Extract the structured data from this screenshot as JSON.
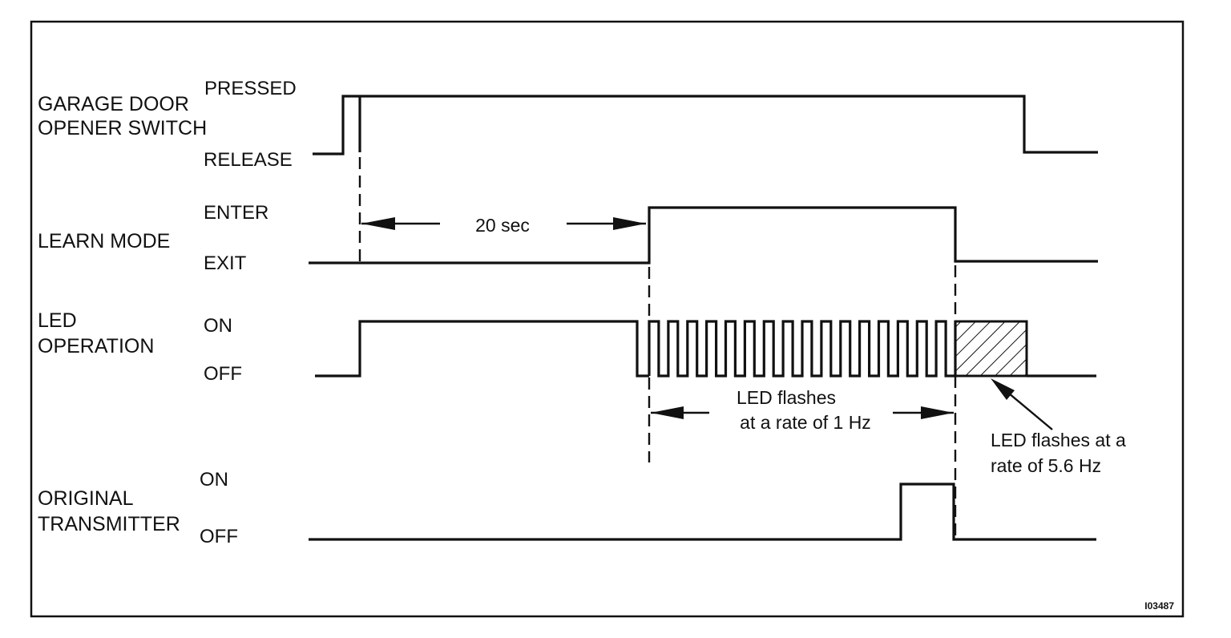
{
  "signals": {
    "garage": {
      "label_line1": "GARAGE DOOR",
      "label_line2": "OPENER SWITCH",
      "state_high": "PRESSED",
      "state_low": "RELEASE"
    },
    "learn": {
      "label": "LEARN MODE",
      "state_high": "ENTER",
      "state_low": "EXIT"
    },
    "led": {
      "label_line1": "LED",
      "label_line2": "OPERATION",
      "state_high": "ON",
      "state_low": "OFF"
    },
    "transmitter": {
      "label_line1": "ORIGINAL",
      "label_line2": "TRANSMITTER",
      "state_high": "ON",
      "state_low": "OFF"
    }
  },
  "annotations": {
    "delay": "20 sec",
    "flash_1hz_line1": "LED flashes",
    "flash_1hz_line2": "at a rate of 1 Hz",
    "flash_fast_line1": "LED flashes at a",
    "flash_fast_line2": "rate of 5.6 Hz"
  },
  "figure_id": "I03487"
}
